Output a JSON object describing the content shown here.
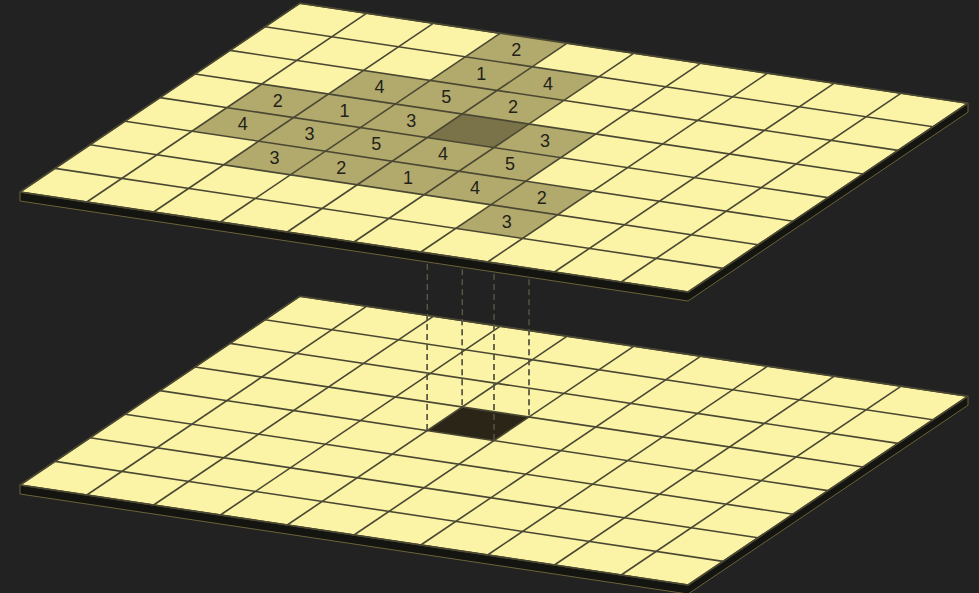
{
  "diagram": {
    "labels": [
      "2",
      "1",
      "4",
      "4",
      "2",
      "1",
      "5",
      "3",
      "2",
      "4",
      "3",
      "5",
      "4",
      "3",
      "3",
      "2",
      "5",
      "1",
      "4",
      "2",
      "3"
    ]
  }
}
